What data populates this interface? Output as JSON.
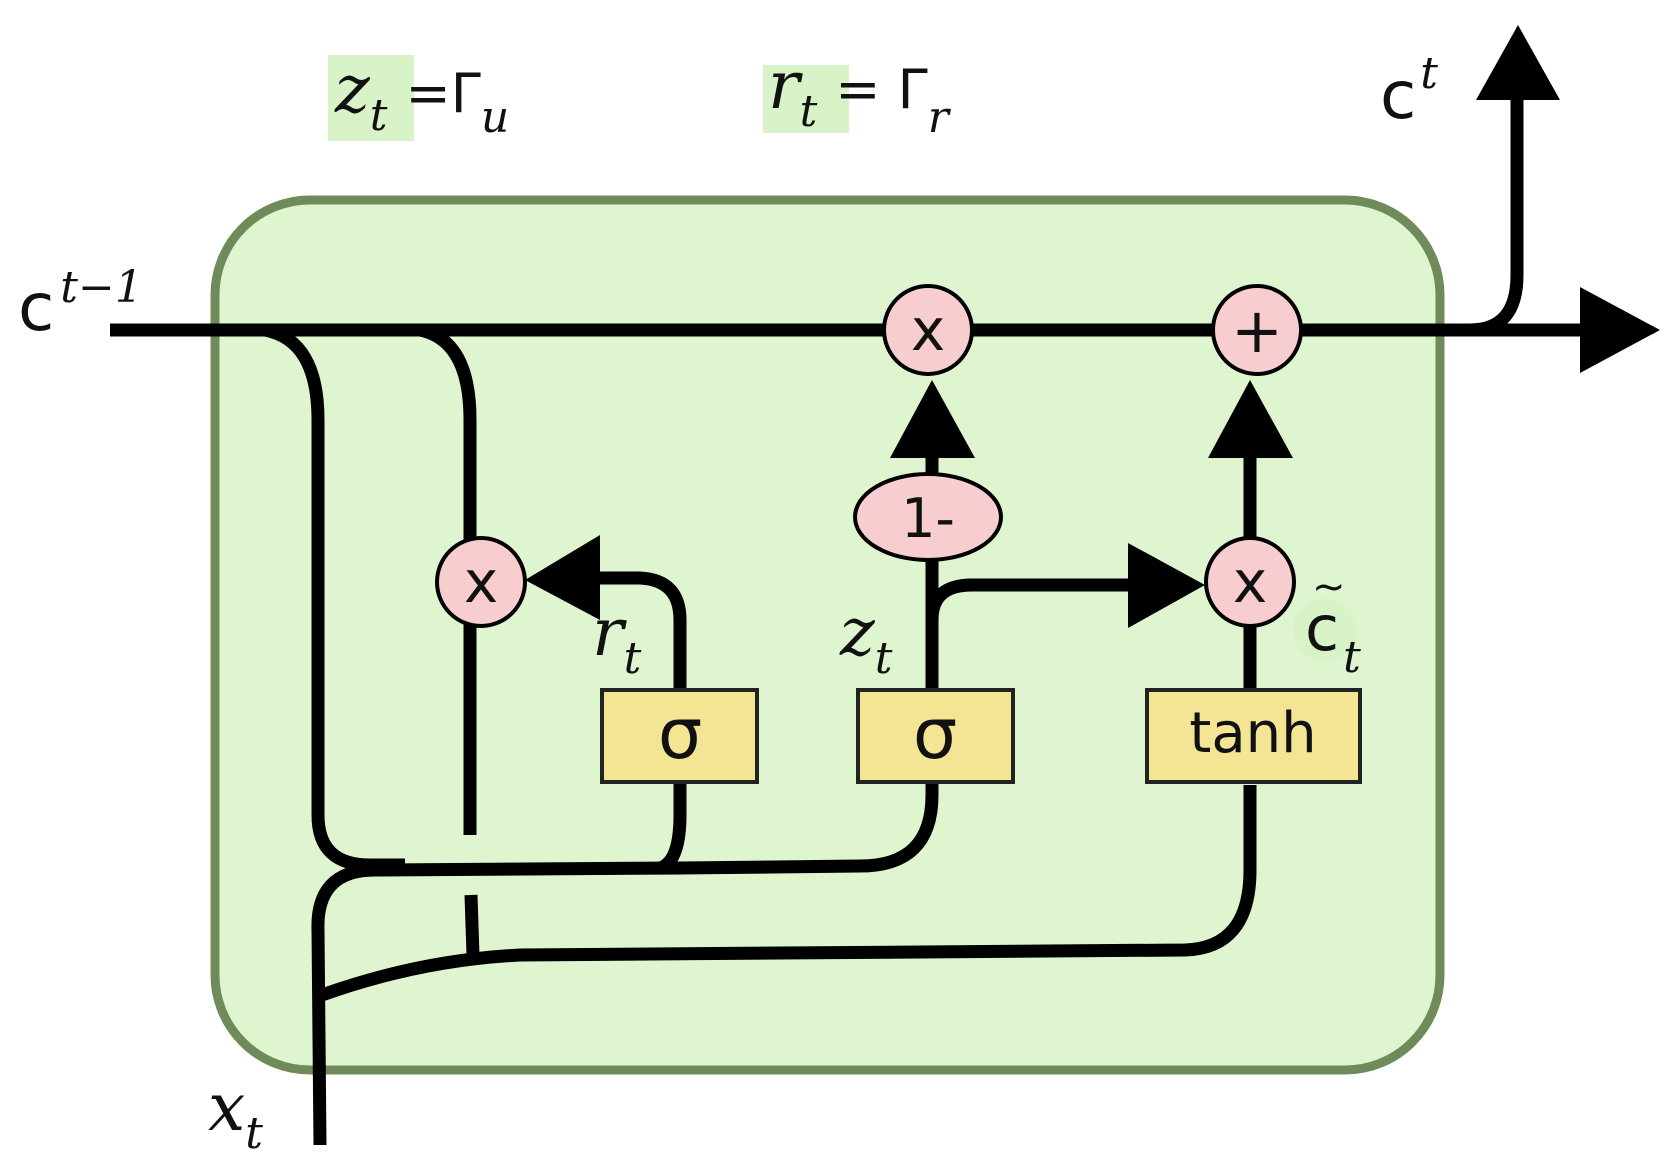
{
  "colors": {
    "cell_fill": "#dff5d0",
    "cell_border": "#6f8b5a",
    "op_fill": "#f7cdd0",
    "gate_fill": "#f4e595",
    "gate_border": "#222222",
    "highlight": "#d9f3c8",
    "wire": "#000000"
  },
  "legend": {
    "z_label": "z",
    "z_sub": "t",
    "z_eq": "=Γ",
    "z_eq_sub": "u",
    "r_label": "r",
    "r_sub": "t",
    "r_eq": "= Γ",
    "r_eq_sub": "r"
  },
  "labels": {
    "c_prev": "c",
    "c_prev_sup": "t−1",
    "c_out": "c",
    "c_out_sup": "t",
    "x_in": "x",
    "x_in_sub": "t",
    "r_wire": "r",
    "r_wire_sub": "t",
    "z_wire": "z",
    "z_wire_sub": "t",
    "c_tilde": "c",
    "c_tilde_mark": "~",
    "c_tilde_sub": "t"
  },
  "gates": {
    "reset_sigma": "σ",
    "update_sigma": "σ",
    "candidate_tanh": "tanh"
  },
  "ops": {
    "mult_top": "x",
    "add_top": "+",
    "mult_reset": "x",
    "mult_candidate": "x",
    "one_minus": "1-"
  }
}
